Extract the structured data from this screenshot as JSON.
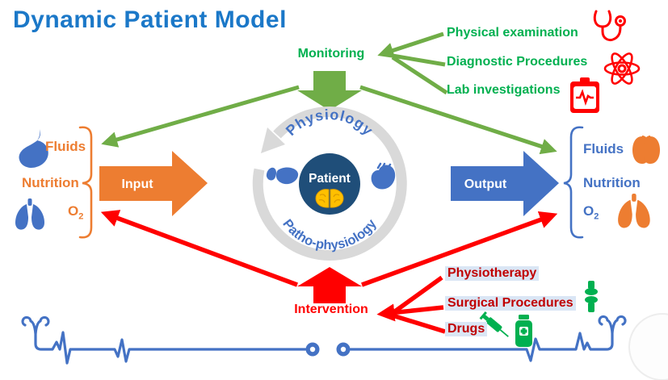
{
  "title": "Dynamic Patient Model",
  "monitoring": {
    "label": "Monitoring"
  },
  "monitoring_items": [
    {
      "label": "Physical examination",
      "icon": "stethoscope-icon"
    },
    {
      "label": "Diagnostic Procedures",
      "icon": "atom-icon"
    },
    {
      "label": "Lab investigations",
      "icon": "lab-clipboard-icon"
    }
  ],
  "intervention": {
    "label": "Intervention"
  },
  "intervention_items": [
    {
      "label": "Physiotherapy"
    },
    {
      "label": "Surgical Procedures",
      "icon": "joint-icon"
    },
    {
      "label": "Drugs",
      "icons": [
        "syringe-icon",
        "medicine-bottle-icon"
      ]
    }
  ],
  "center": {
    "patient_label": "Patient",
    "top_arc_label": "Physiology",
    "bottom_arc_label": "Patho-physiology",
    "icons": [
      "liver-icon",
      "brain-icon",
      "heart-icon"
    ]
  },
  "input": {
    "arrow_label": "Input",
    "icons": [
      "stomach-icon",
      "lungs-icon"
    ]
  },
  "output": {
    "arrow_label": "Output",
    "icons": [
      "kidneys-icon",
      "lungs-icon"
    ]
  },
  "io_labels": {
    "fluids": "Fluids",
    "nutrition": "Nutrition",
    "o2_base": "O",
    "o2_sub": "2"
  },
  "bottom_decoration": {
    "icons": [
      "stethoscope-tips-icon",
      "heartbeat-line",
      "stethoscope-tips-icon"
    ]
  },
  "colors": {
    "title_blue": "#1B78C8",
    "green_text": "#00B050",
    "green_arrow": "#70AD47",
    "orange": "#ED7D31",
    "blue": "#4472C4",
    "red": "#FF0000",
    "dark_red_text": "#C00000",
    "patient_navy": "#1F4E79",
    "brain_gold": "#FFC000",
    "ring_gray": "#D9D9D9",
    "highlight_bg": "#DAE6F5"
  }
}
